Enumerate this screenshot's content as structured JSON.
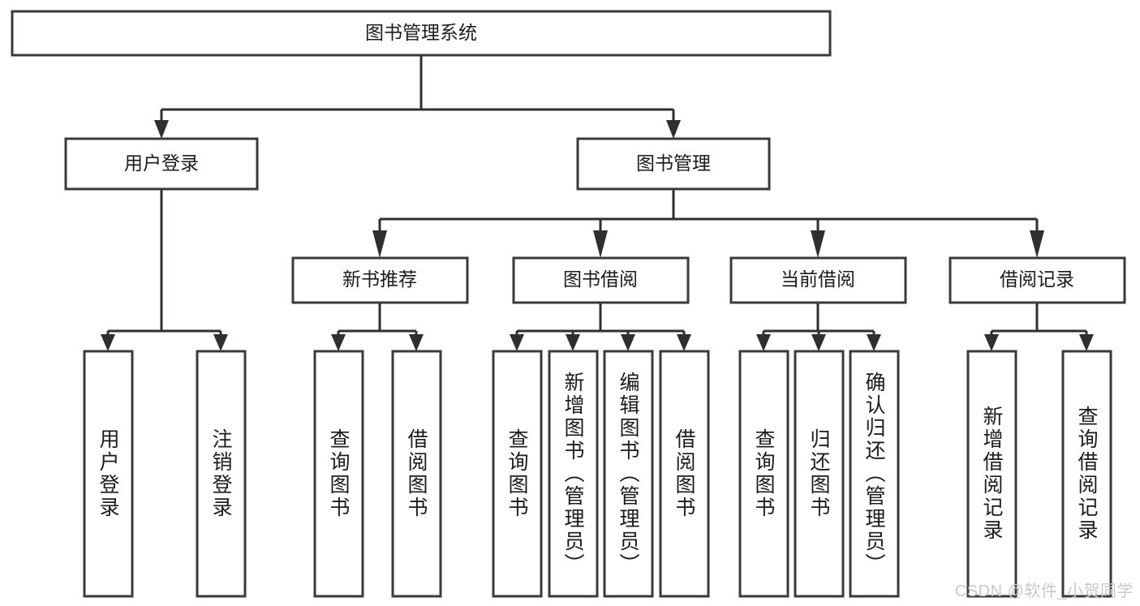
{
  "diagram": {
    "type": "tree",
    "title": "图书管理系统",
    "orientation": "top-down",
    "colors": {
      "box_border": "#3a3a3a",
      "connector": "#2f2f2f",
      "background": "#ffffff",
      "text": "#1b1b1b",
      "watermark": "#c8c8c8"
    },
    "root": {
      "label": "图书管理系统"
    },
    "level2": [
      {
        "label": "用户登录"
      },
      {
        "label": "图书管理"
      }
    ],
    "level3": [
      {
        "label": "新书推荐"
      },
      {
        "label": "图书借阅"
      },
      {
        "label": "当前借阅"
      },
      {
        "label": "借阅记录"
      }
    ],
    "leaves": {
      "user_login": [
        {
          "label": "用户登录"
        },
        {
          "label": "注销登录"
        }
      ],
      "new_book_recommend": [
        {
          "label": "查询图书"
        },
        {
          "label": "借阅图书"
        }
      ],
      "book_borrow": [
        {
          "label": "查询图书"
        },
        {
          "label": "新增图书（管理员）"
        },
        {
          "label": "编辑图书（管理员）"
        },
        {
          "label": "借阅图书"
        }
      ],
      "current_borrow": [
        {
          "label": "查询图书"
        },
        {
          "label": "归还图书"
        },
        {
          "label": "确认归还（管理员）"
        }
      ],
      "borrow_record": [
        {
          "label": "新增借阅记录"
        },
        {
          "label": "查询借阅记录"
        }
      ]
    }
  },
  "watermark": {
    "text": "CSDN @软件_小贺同学"
  }
}
